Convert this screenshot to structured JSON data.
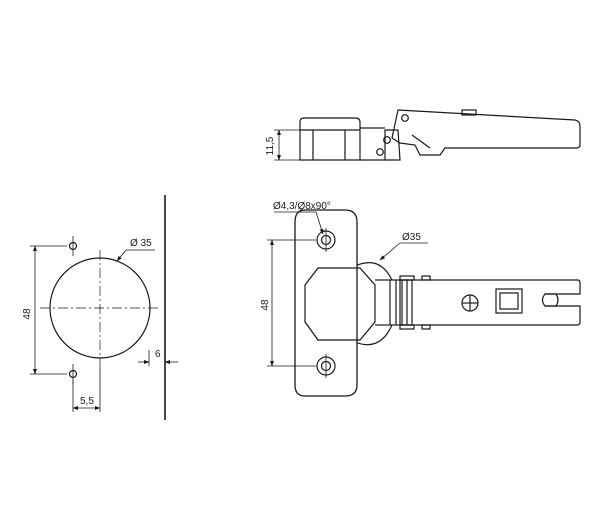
{
  "dims": {
    "side_height": "11,5",
    "cup_diameter_left": "Ø 35",
    "hole_spacing_left": "48",
    "edge_offset": "6",
    "hole_offset": "5,5",
    "screw_spec": "Ø4,3/Ø8x90°",
    "cup_diameter_right": "Ø35",
    "hole_spacing_right": "48"
  }
}
